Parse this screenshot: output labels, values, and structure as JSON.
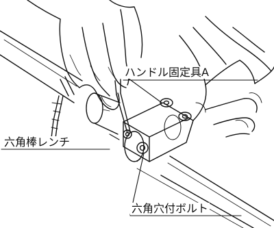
{
  "labels": {
    "handle_clamp": "ハンドル固定具A",
    "hex_wrench": "六角棒レンチ",
    "hex_socket_bolt": "六角穴付ボルト"
  },
  "colors": {
    "line": "#111111",
    "background": "#ffffff"
  }
}
